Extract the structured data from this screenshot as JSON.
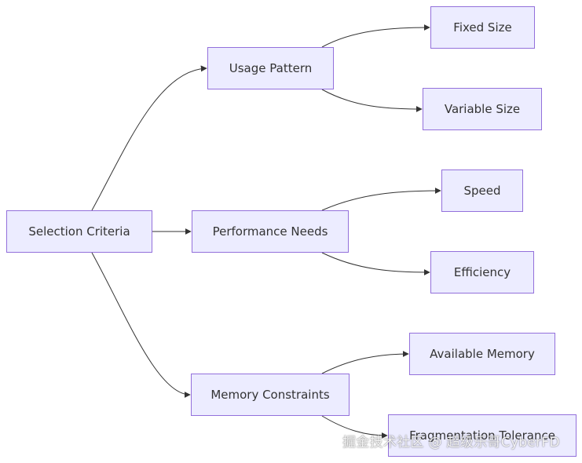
{
  "diagram": {
    "nodes": {
      "selection_criteria": "Selection Criteria",
      "usage_pattern": "Usage Pattern",
      "performance_needs": "Performance Needs",
      "memory_constraints": "Memory Constraints",
      "fixed_size": "Fixed Size",
      "variable_size": "Variable Size",
      "speed": "Speed",
      "efficiency": "Efficiency",
      "available_memory": "Available Memory",
      "fragmentation_tolerance": "Fragmentation Tolerance"
    },
    "edges": [
      {
        "from": "selection_criteria",
        "to": "usage_pattern"
      },
      {
        "from": "selection_criteria",
        "to": "performance_needs"
      },
      {
        "from": "selection_criteria",
        "to": "memory_constraints"
      },
      {
        "from": "usage_pattern",
        "to": "fixed_size"
      },
      {
        "from": "usage_pattern",
        "to": "variable_size"
      },
      {
        "from": "performance_needs",
        "to": "speed"
      },
      {
        "from": "performance_needs",
        "to": "efficiency"
      },
      {
        "from": "memory_constraints",
        "to": "available_memory"
      },
      {
        "from": "memory_constraints",
        "to": "fragmentation_tolerance"
      }
    ]
  },
  "watermark": "掘金技术社区 @ 超级乐哥CyberFD",
  "colors": {
    "node_fill": "#ececff",
    "node_border": "#9370db",
    "edge": "#333333",
    "text": "#333333"
  }
}
